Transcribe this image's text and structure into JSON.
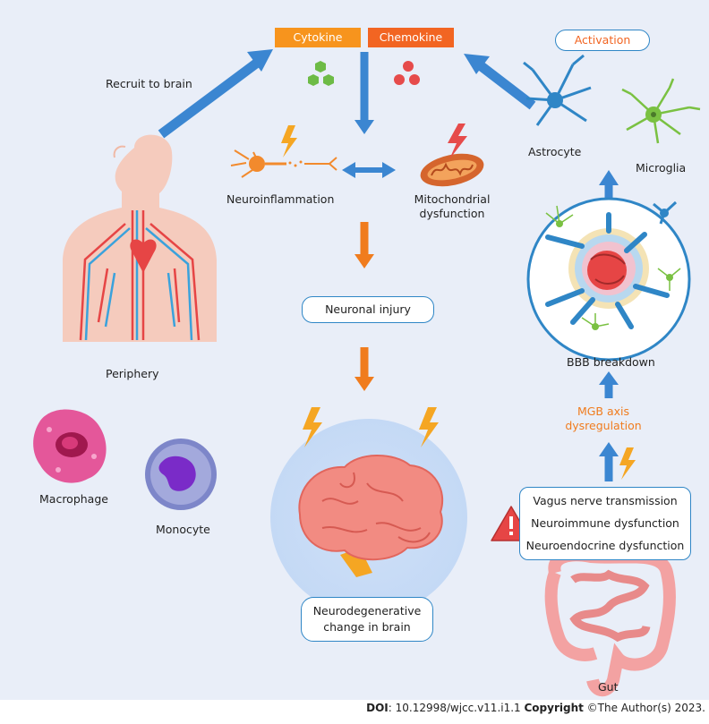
{
  "labels": {
    "cytokine": "Cytokine",
    "chemokine": "Chemokine",
    "activation": "Activation",
    "recruit": "Recruit to brain",
    "astrocyte": "Astrocyte",
    "microglia": "Microglia",
    "neuroinflammation": "Neuroinflammation",
    "mito_line1": "Mitochondrial",
    "mito_line2": "dysfunction",
    "neuronal_injury": "Neuronal injury",
    "periphery": "Periphery",
    "bbb": "BBB breakdown",
    "mgb_line1": "MGB axis",
    "mgb_line2": "dysregulation",
    "macrophage": "Macrophage",
    "monocyte": "Monocyte",
    "vagus": "Vagus nerve transmission",
    "neuroimmune": "Neuroimmune dysfunction",
    "neuroendocrine": "Neuroendocrine dysfunction",
    "neurodeg_line1": "Neurodegenerative",
    "neurodeg_line2": "change in brain",
    "gut": "Gut"
  },
  "footer": {
    "doi_label": "DOI",
    "doi_value": ": 10.12998/wjcc.v11.i1.1 ",
    "copyright_label": "Copyright",
    "copyright_value": " ©The Author(s) 2023."
  },
  "colors": {
    "background": "#e9eef8",
    "blue_arrow": "#3b86d1",
    "orange_arrow": "#f07c1e",
    "cytokine_box": "#f7941d",
    "chemokine_box": "#f26522",
    "activation_text": "#f26522",
    "mgb_text": "#f07c1e"
  }
}
